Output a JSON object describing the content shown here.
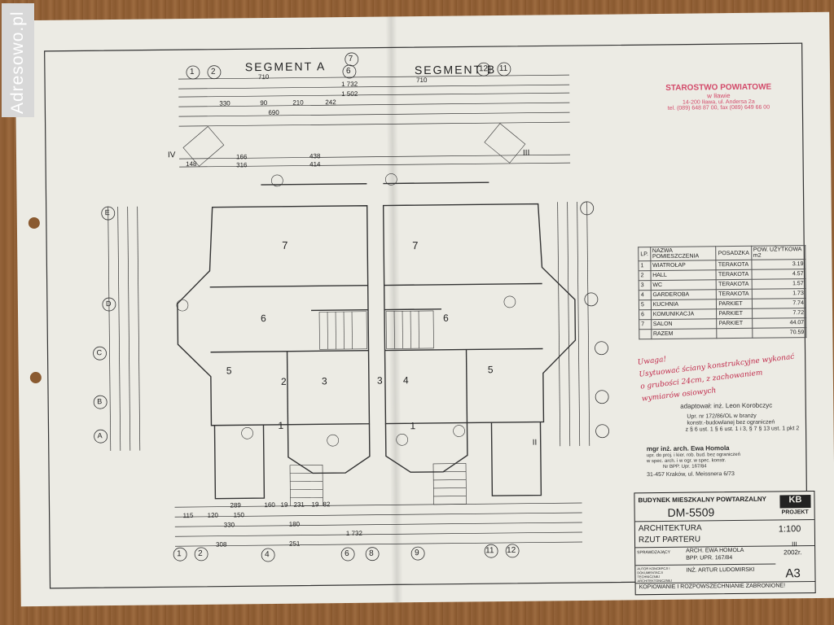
{
  "watermark": "Adresowo.pl",
  "segments": {
    "a": "SEGMENT A",
    "b": "SEGMENT B"
  },
  "axes_top": [
    "1",
    "2",
    "7",
    "6",
    "12",
    "11"
  ],
  "axes_bottom": [
    "1",
    "2",
    "4",
    "6",
    "8",
    "9",
    "11",
    "12"
  ],
  "axes_side": [
    "E",
    "D",
    "C",
    "B",
    "A"
  ],
  "roman": [
    "IV",
    "III",
    "II"
  ],
  "dims_top": [
    "710",
    "1 732",
    "1 502",
    "330",
    "90",
    "210",
    "242",
    "690",
    "166",
    "438",
    "316",
    "414",
    "148"
  ],
  "dims_bottom": [
    "289",
    "160",
    "19",
    "231",
    "19",
    "82",
    "115",
    "120",
    "150",
    "330",
    "180",
    "308",
    "251",
    "1 732"
  ],
  "room_numbers": [
    "7",
    "7",
    "6",
    "6",
    "5",
    "5",
    "1",
    "1",
    "2",
    "3",
    "3",
    "4"
  ],
  "stamp": {
    "line1": "STAROSTWO POWIATOWE",
    "line2": "w Iławie",
    "line3": "14-200 Iława, ul. Andersa 2a",
    "line4": "tel. (089) 648 87 00, fax (089) 649 66 00"
  },
  "rooms_table": {
    "headers": [
      "LP.",
      "NAZWA POMIESZCZENIA",
      "POSADZKA",
      "POW. UŻYTKOWA m2"
    ],
    "rows": [
      [
        "1",
        "WIATROŁAP",
        "TERAKOTA",
        "3.19"
      ],
      [
        "2",
        "HALL",
        "TERAKOTA",
        "4.57"
      ],
      [
        "3",
        "WC",
        "TERAKOTA",
        "1.57"
      ],
      [
        "4",
        "GARDEROBA",
        "TERAKOTA",
        "1.73"
      ],
      [
        "5",
        "KUCHNIA",
        "PARKIET",
        "7.74"
      ],
      [
        "6",
        "KOMUNIKACJA",
        "PARKIET",
        "7.72"
      ],
      [
        "7",
        "SALON",
        "PARKIET",
        "44.07"
      ]
    ],
    "total_label": "RAZEM",
    "total_value": "70.59"
  },
  "note": {
    "line1": "Uwaga!",
    "line2": "Usytuować ściany konstrukcyjne wykonać",
    "line3": "o grubości 24cm, z zachowaniem",
    "line4": "wymiarów osiowych",
    "sign": "adaptował: inż. Leon Korobczyc"
  },
  "signatures": {
    "kor1": "Upr. nr 172/86/OL w branży",
    "kor2": "konstr.-budowlanej bez ograniczeń",
    "kor3": "z § 6 ust. 1 § 6 ust. 1 i 3, § 7 § 13 ust. 1 pkt 2",
    "ewa1": "mgr inż. arch. Ewa Homola",
    "ewa2": "upr. do proj. i kier. rob. bud. bez ograniczeń",
    "ewa3": "w spec. arch. i w ogr. w spec. konstr.",
    "ewa4": "Nr BPP. Upr. 167/84",
    "ewa5": "31-457 Kraków, ul. Meissnera 6/73"
  },
  "title_block": {
    "building": "BUDYNEK MIESZKALNY POWTARZALNY",
    "code": "DM-5509",
    "logo": "KB",
    "logo_sub": "PROJEKT",
    "discipline": "ARCHITEKTURA",
    "sheet": "RZUT PARTERU",
    "scale": "1:100",
    "date_roman": "III",
    "date_year": "2002r.",
    "role1": "SPRAWDZAJĄCY",
    "name1": "ARCH. EWA HOMOLA",
    "lic1": "BPP. UPR. 167/84",
    "role2": "AUTOR KONCEPCJI I DOKUMENTACJI TECHNICZNEJ ARCHITEKTONICZNEJ",
    "name2": "INŻ. ARTUR LUDOMIRSKI",
    "format": "A3",
    "copyright": "KOPIOWANIE I ROZPOWSZECHNIANIE ZABRONIONE!"
  }
}
